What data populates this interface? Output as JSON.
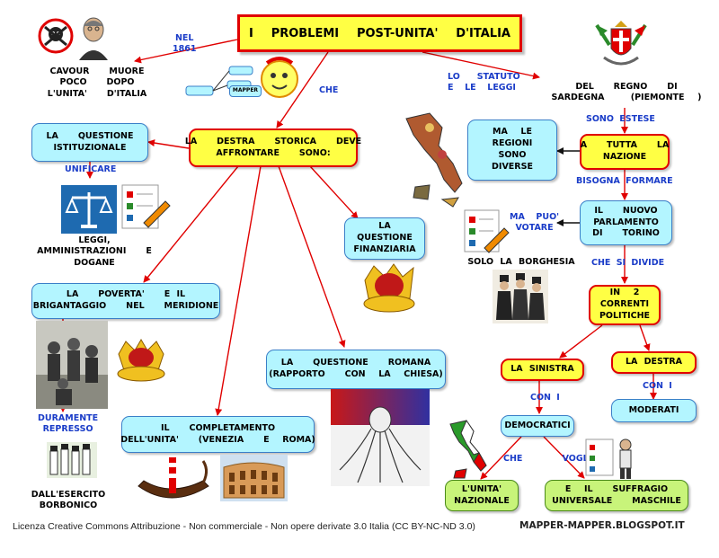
{
  "title": {
    "word1": "I",
    "word2": "PROBLEMI",
    "word3": "POST-UNITA'",
    "word4": "D'ITALIA"
  },
  "cavour": {
    "link": "NEL\n1861",
    "text": "CAVOUR   MUORE\nPOCO   DOPO\nL'UNITA'   D'ITALIA"
  },
  "statuto": {
    "link": "LO   STATUTO\nE  LE  LEGGI",
    "text": "DEL   REGNO   DI\nSARDEGNA    (PIEMONTE  )"
  },
  "center": {
    "link": "CHE",
    "text": "LA   DESTRA   STORICA   DEVE\nAFFRONTARE   SONO:",
    "mapper": "MAPPER"
  },
  "istituzionale": {
    "text": "LA   QUESTIONE\nISTITUZIONALE",
    "link": "UNIFICARE",
    "result": "LEGGI,\nAMMINISTRAZIONI   E\nDOGANE"
  },
  "finanziaria": {
    "text": "LA\nQUESTIONE\nFINANZIARIA"
  },
  "poverta": {
    "text": "LA   POVERTA'   E IL\nBRIGANTAGGIO   NEL   MERIDIONE",
    "link": "DURAMENTE\nREPRESSO",
    "result": "DALL'ESERCITO\nBORBONICO"
  },
  "romana": {
    "text": "LA   QUESTIONE   ROMANA\n(RAPPORTO   CON  LA  CHIESA)"
  },
  "completamento": {
    "text": "IL   COMPLETAMENTO\nDELL'UNITA'   (VENEZIA   E  ROMA)"
  },
  "regioni": {
    "text": "MA  LE\nREGIONI\nSONO\nDIVERSE"
  },
  "nazione": {
    "link": "SONO   ESTESE",
    "text": "A   TUTTA   LA\nNAZIONE"
  },
  "parlamento": {
    "link": "BISOGNA   FORMARE",
    "text": "IL   NUOVO\nPARLAMENTO\nDI   TORINO",
    "vote_link": "MA  PUO'\nVOTARE",
    "vote_text": "SOLO   LA   BORGHESIA"
  },
  "correnti": {
    "link": "CHE   SI   DIVIDE",
    "text": "IN  2\nCORRENTI\nPOLITICHE"
  },
  "sinistra": {
    "text": "LA   SINISTRA",
    "link": "CON  I",
    "result": "DEMOCRATICI",
    "link2": "CHE       VOGLIONO"
  },
  "destra": {
    "text": "LA   DESTRA",
    "link": "CON  I",
    "result": "MODERATI"
  },
  "goals": {
    "unita": "L'UNITA'\nNAZIONALE",
    "suffragio": "E  IL   SUFFRAGIO\nUNIVERSALE   MASCHILE"
  },
  "footer": {
    "license": "Licenza Creative Commons Attribuzione - Non commerciale - Non opere derivate 3.0 Italia (CC BY-NC-ND 3.0)",
    "site": "MAPPER-MAPPER.BLOGSPOT.IT"
  },
  "colors": {
    "arrow": "#e00000",
    "link": "#1a3cc8",
    "box_blue": "#b3f5ff",
    "box_yellow": "#ffff44",
    "box_green": "#c8f47a"
  }
}
